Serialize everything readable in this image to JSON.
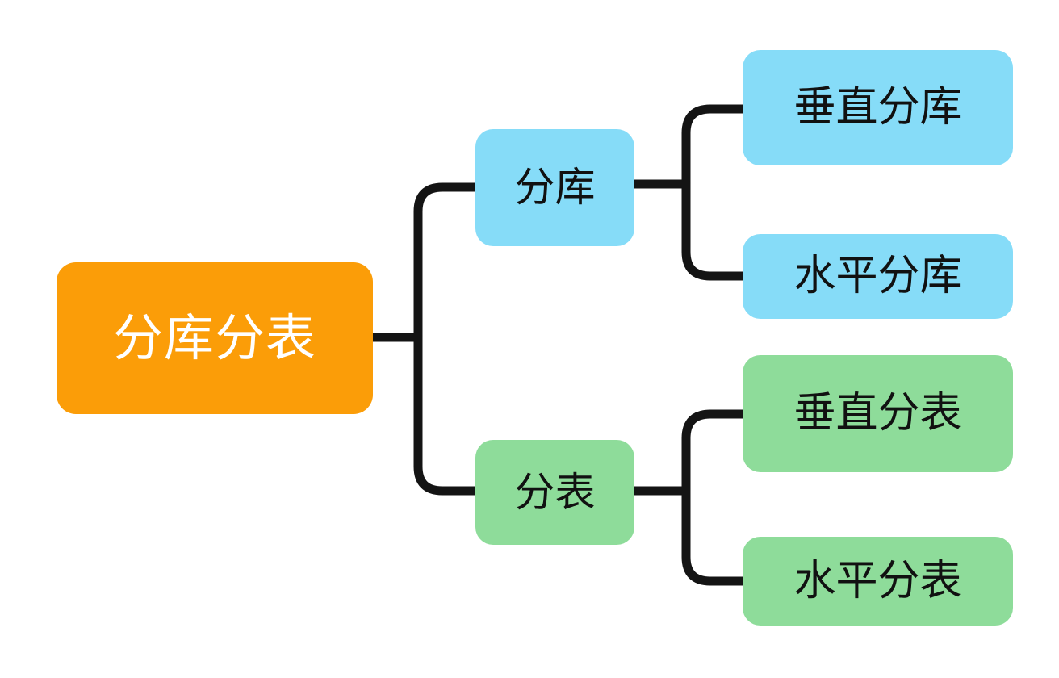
{
  "diagram": {
    "type": "mindmap",
    "title": "分库分表",
    "orientation": "left-to-right",
    "colors": {
      "root": "#FB9D08",
      "branch_database": "#86DCF8",
      "branch_table": "#8EDC9A",
      "connector": "#111111",
      "root_text": "#FFFFFF",
      "node_text": "#111111",
      "background": "#FFFFFF"
    },
    "root": {
      "label": "分库分表"
    },
    "branches": [
      {
        "label": "分库",
        "color": "#86DCF8",
        "children": [
          {
            "label": "垂直分库"
          },
          {
            "label": "水平分库"
          }
        ]
      },
      {
        "label": "分表",
        "color": "#8EDC9A",
        "children": [
          {
            "label": "垂直分表"
          },
          {
            "label": "水平分表"
          }
        ]
      }
    ]
  }
}
